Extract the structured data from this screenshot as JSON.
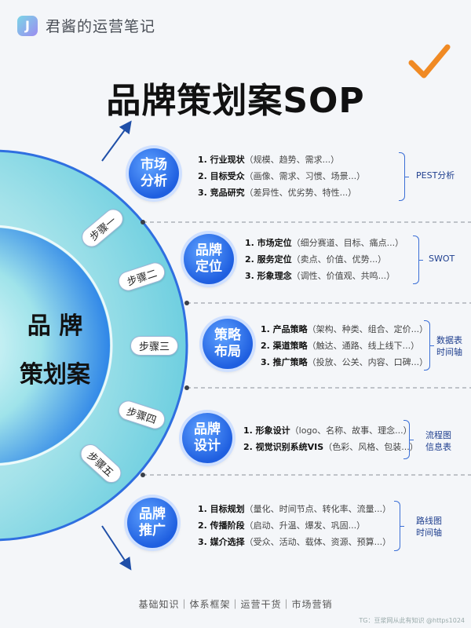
{
  "header": {
    "logo_letter": "J",
    "brand_name": "君酱的运营笔记"
  },
  "title": "品牌策划案SOP",
  "center": {
    "line1": "品 牌",
    "line2": "策划案"
  },
  "steps": [
    "步骤一",
    "步骤二",
    "步骤三",
    "步骤四",
    "步骤五"
  ],
  "sections": [
    {
      "node": [
        "市场",
        "分析"
      ],
      "items": [
        {
          "label": "1. 行业现状",
          "detail": "（规模、趋势、需求...）"
        },
        {
          "label": "2. 目标受众",
          "detail": "（画像、需求、习惯、场景...）"
        },
        {
          "label": "3. 竞品研究",
          "detail": "（差异性、优劣势、特性...）"
        }
      ],
      "tag": [
        "PEST分析"
      ]
    },
    {
      "node": [
        "品牌",
        "定位"
      ],
      "items": [
        {
          "label": "1. 市场定位",
          "detail": "（细分赛道、目标、痛点...）"
        },
        {
          "label": "2. 服务定位",
          "detail": "（卖点、价值、优势...）"
        },
        {
          "label": "3. 形象理念",
          "detail": "（调性、价值观、共鸣...）"
        }
      ],
      "tag": [
        "SWOT"
      ]
    },
    {
      "node": [
        "策略",
        "布局"
      ],
      "items": [
        {
          "label": "1. 产品策略",
          "detail": "（架构、种类、组合、定价...）"
        },
        {
          "label": "2. 渠道策略",
          "detail": "（触达、通路、线上线下...）"
        },
        {
          "label": "3. 推广策略",
          "detail": "（投放、公关、内容、口碑...）"
        }
      ],
      "tag": [
        "数据表",
        "时间轴"
      ]
    },
    {
      "node": [
        "品牌",
        "设计"
      ],
      "items": [
        {
          "label": "1. 形象设计",
          "detail": "（logo、名称、故事、理念...）"
        },
        {
          "label": "2. 视觉识别系统VIS",
          "detail": "（色彩、风格、包装...）"
        }
      ],
      "tag": [
        "流程图",
        "信息表"
      ]
    },
    {
      "node": [
        "品牌",
        "推广"
      ],
      "items": [
        {
          "label": "1. 目标规划",
          "detail": "（量化、时间节点、转化率、流量...）"
        },
        {
          "label": "2. 传播阶段",
          "detail": "（启动、升温、爆发、巩固...）"
        },
        {
          "label": "3. 媒介选择",
          "detail": "（受众、活动、载体、资源、预算...）"
        }
      ],
      "tag": [
        "路线图",
        "时间轴"
      ]
    }
  ],
  "footer": "基础知识｜体系框架｜运营干货｜市场营销",
  "watermark": "TG：豆浆网从此有知识 @https1024",
  "colors": {
    "accent": "#1f5fe0",
    "check": "#f08a24",
    "ring_outer": "#8fdde6",
    "ring_inner": "#2f86e8"
  }
}
